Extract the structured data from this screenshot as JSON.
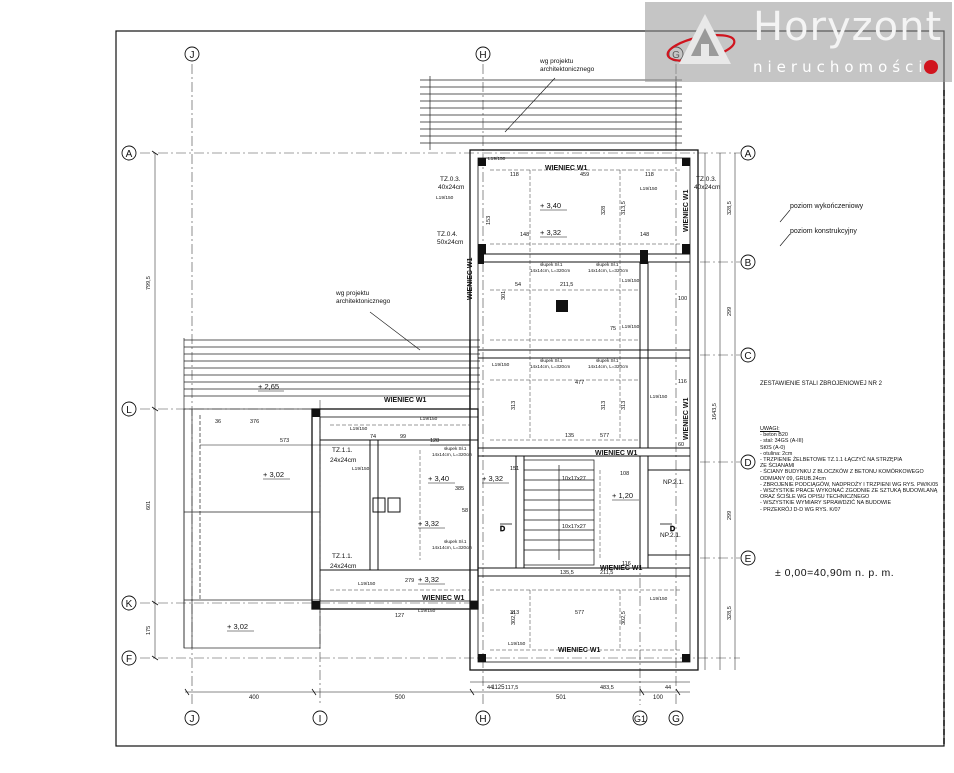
{
  "logo": {
    "name": "Horyzont",
    "tagline": "nieruchomości"
  },
  "grid_axes_vertical": [
    "J",
    "H",
    "G",
    "J",
    "I",
    "H",
    "G1",
    "G"
  ],
  "grid_axes_horizontal": [
    "A",
    "L",
    "K",
    "F",
    "A",
    "B",
    "C",
    "D",
    "E"
  ],
  "annotations": {
    "arch_project_top": "wg projektu architektonicznego",
    "arch_project_mid": "wg projektu architektonicznego",
    "level_finished": "poziom wykończeniowy",
    "level_structural": "poziom konstrukcyjny",
    "rebar_schedule": "ZESTAWIENIE STALI ZBROJENIOWEJ NR 2",
    "elevation_reference": "± 0,00=40,90m n. p. m."
  },
  "notes": {
    "title": "UWAGI:",
    "lines": [
      "- beton B20",
      "- stal: 34GS (A-III)",
      "         St0S (A-0)",
      "- otulina: 2cm",
      "- TRZPIENIE ŻELBETOWE TZ.1.1 ŁĄCZYĆ NA STRZĘPIA",
      "   ZE ŚCIANAMI",
      "- ŚCIANY BUDYNKU Z BLOCZKÓW Z BETONU KOMÓRKOWEGO",
      "   ODMIANY 09, GRUB.24cm",
      "- ZBROJENIE PODCIĄGÓW, NADPROŻY I TRZPIENI WG RYS. PW/K/05",
      "- WSZYSTKIE PRACE WYKONAĆ ZGODNIE ZE SZTUKĄ BUDOWLANĄ",
      "   ORAZ ŚCIŚLE WG OPISU TECHNICZNEGO",
      "- WSZYSTKIE WYMIARY SPRAWDZIĆ NA BUDOWIE",
      "- PRZEKRÓJ D-D WG RYS. K/07"
    ]
  },
  "beams": [
    "WIENIEC W1",
    "WIENIEC W1",
    "WIENIEC W1",
    "WIENIEC W1",
    "WIENIEC W1",
    "WIENIEC W1",
    "WIENIEC W1",
    "WIENIEC W1",
    "WIENIEC W1"
  ],
  "columns": {
    "tz03": "TZ.0.3.",
    "tz03_size": "40x24cm",
    "tz04": "TZ.0.4.",
    "tz04_size": "50x24cm",
    "tz11": "TZ.1.1.",
    "tz11_size": "24x24cm",
    "np21": "NP.2.1.",
    "lintel": "L19/150"
  },
  "levels": [
    "+ 2,65",
    "+ 3,02",
    "+ 3,02",
    "+ 3,40",
    "+ 3,32",
    "+ 3,40",
    "+ 3,32",
    "+ 3,32",
    "+ 1,20",
    "+ 3,32"
  ],
  "stair": [
    "10x17x27",
    "10x17x27"
  ],
  "rebar_label": "słupek Sł.1",
  "rebar_spec": "14x14cm, L=320cm",
  "dimensions_bottom": [
    "400",
    "500",
    "501",
    "100",
    "1125",
    "483,5"
  ],
  "dimensions_left": [
    "799,5",
    "601",
    "175"
  ],
  "dimensions_right": [
    "328,5",
    "299",
    "1643,5",
    "299",
    "328,5"
  ]
}
